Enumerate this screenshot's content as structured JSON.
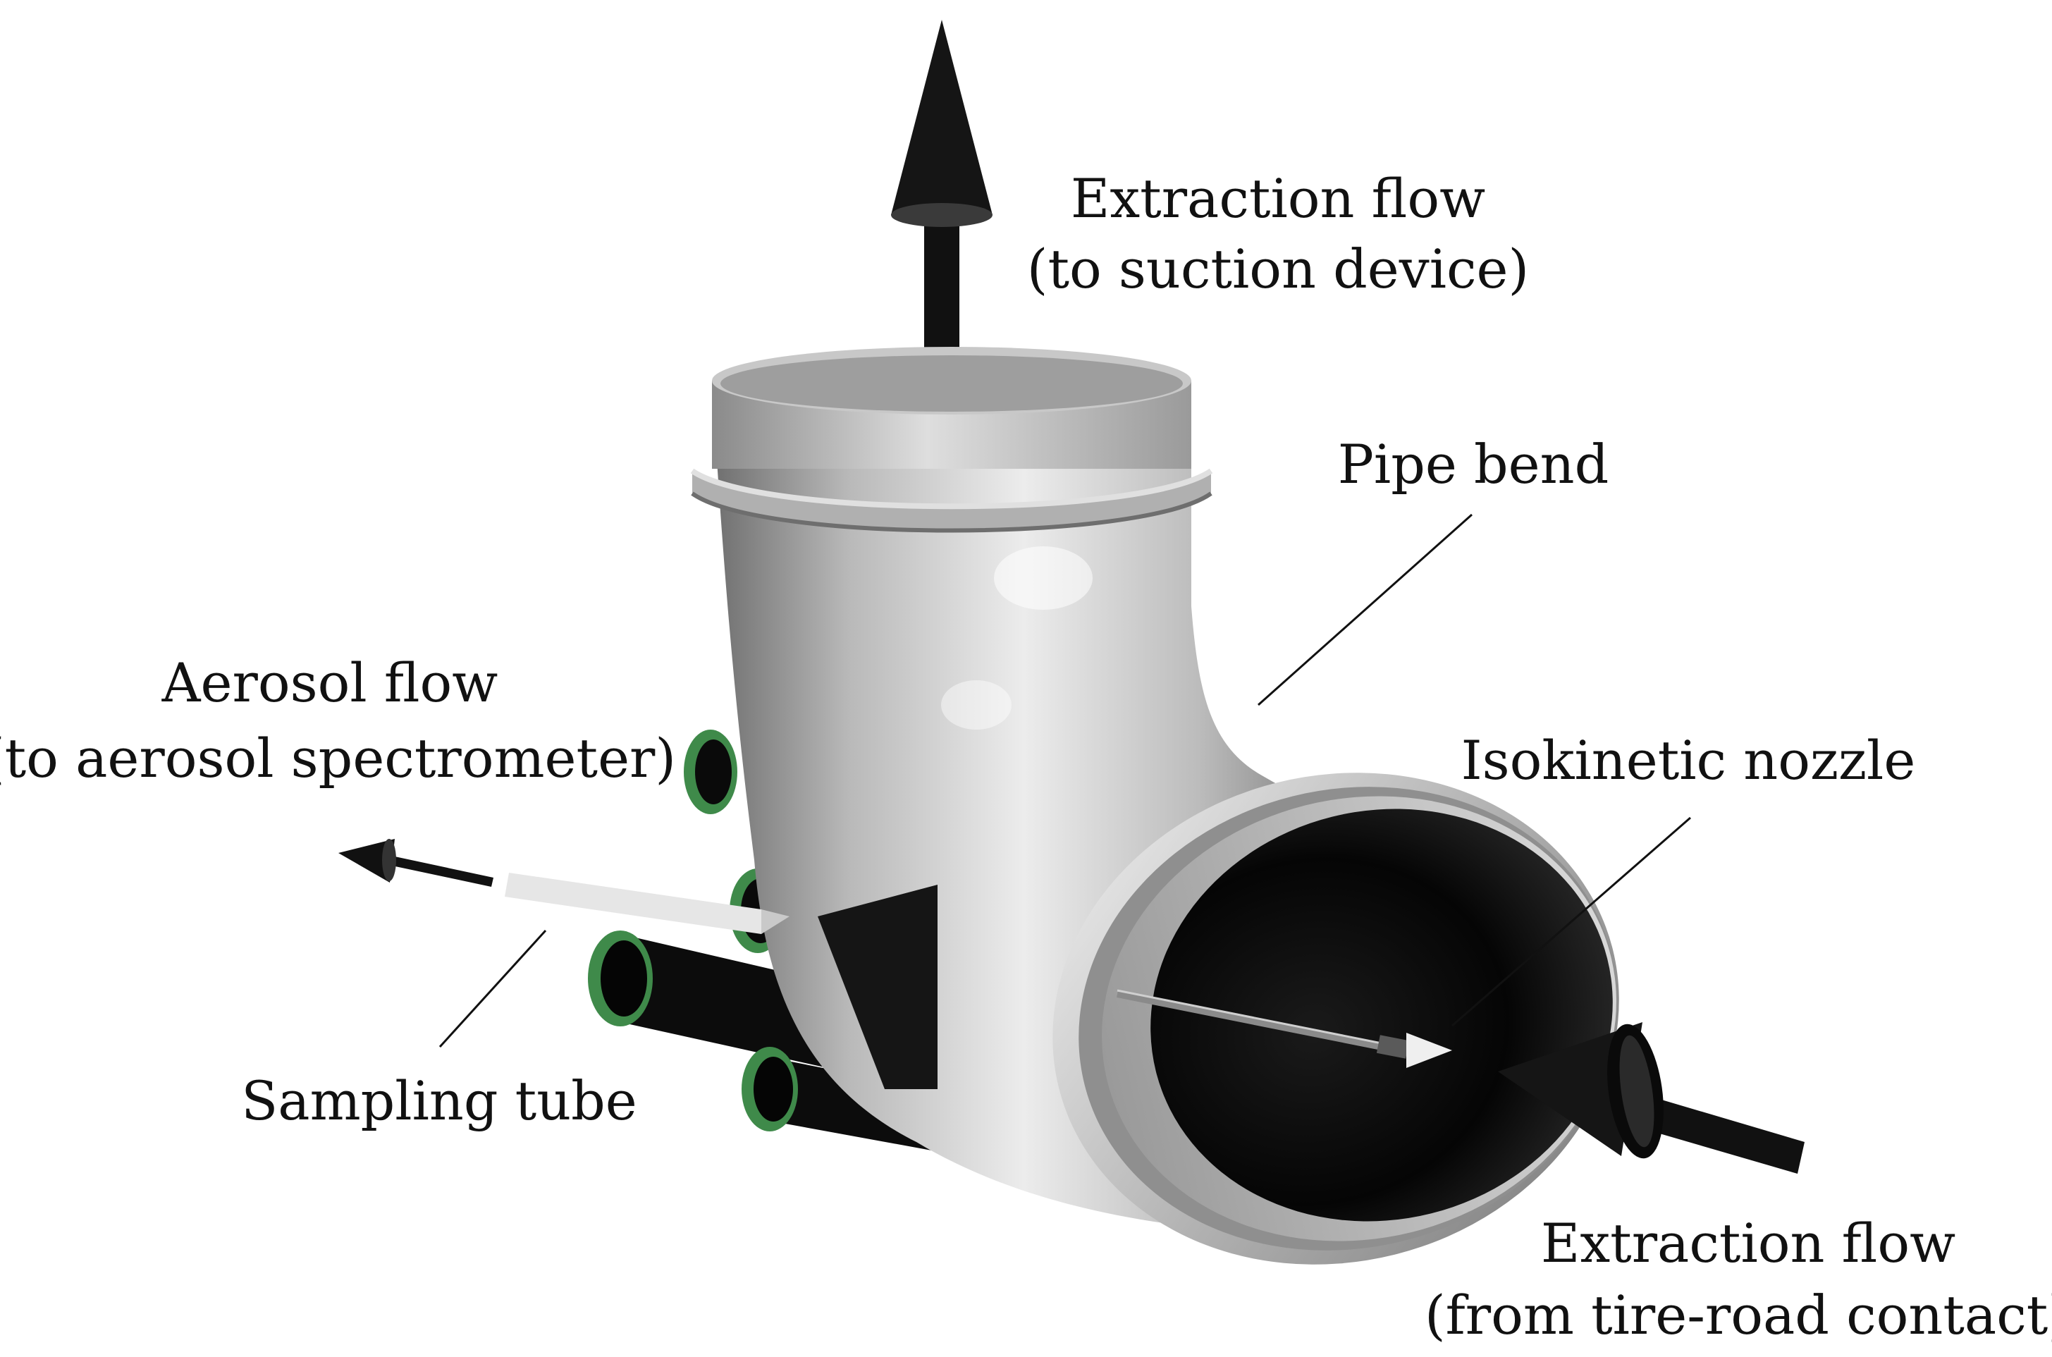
{
  "labels": {
    "extraction_top_line1": "Extraction flow",
    "extraction_top_line2": "(to suction device)",
    "pipe_bend": "Pipe bend",
    "aerosol_line1": "Aerosol flow",
    "aerosol_line2": "(to aerosol spectrometer)",
    "isokinetic_nozzle": "Isokinetic nozzle",
    "sampling_tube": "Sampling tube",
    "extraction_bottom_line1": "Extraction flow",
    "extraction_bottom_line2": "(from tire-road contact)"
  },
  "colors": {
    "arrow": "#111111",
    "pipe_light": "#e4e4e4",
    "pipe_mid": "#a9a9a9",
    "pipe_dark": "#5a5a5a",
    "interior": "#050505",
    "green_rim": "#3f8a4a",
    "sampling_tube": "#e6e6e6"
  }
}
